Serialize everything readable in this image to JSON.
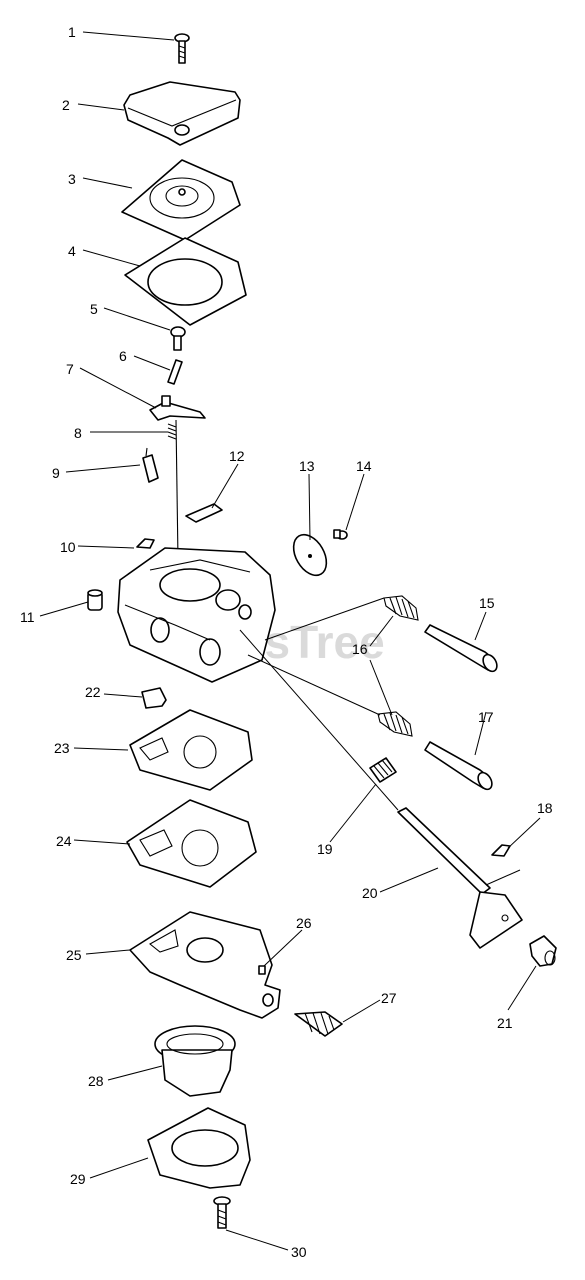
{
  "watermark": "PartsTree",
  "callouts": [
    "1",
    "2",
    "3",
    "4",
    "5",
    "6",
    "7",
    "8",
    "9",
    "10",
    "11",
    "12",
    "13",
    "14",
    "15",
    "16",
    "16",
    "17",
    "18",
    "19",
    "20",
    "21",
    "22",
    "23",
    "24",
    "25",
    "26",
    "27",
    "28",
    "29",
    "30"
  ]
}
